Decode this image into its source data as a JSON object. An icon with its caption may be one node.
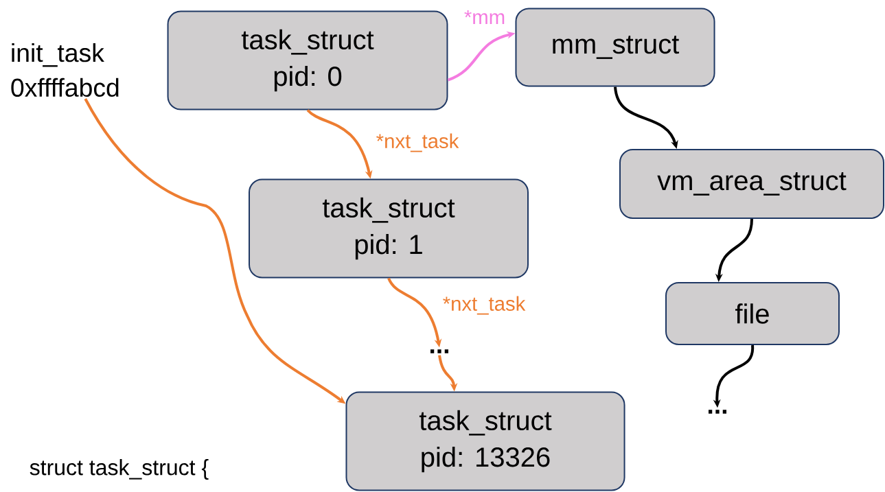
{
  "diagram": {
    "nodes": [
      {
        "text": [
          "init_task",
          "0xffffabcd"
        ]
      },
      {
        "text": [
          "task_struct",
          "pid: 0"
        ]
      },
      {
        "text": [
          "mm_struct"
        ]
      },
      {
        "text": [
          "task_struct",
          "pid: 1"
        ]
      },
      {
        "text": [
          "vm_area_struct"
        ]
      },
      {
        "text": [
          "..."
        ]
      },
      {
        "text": [
          "file"
        ]
      },
      {
        "text": [
          "task_struct",
          "pid: 13326"
        ]
      },
      {
        "text": [
          "..."
        ]
      }
    ],
    "edges": [
      {
        "from": 0,
        "to": 7,
        "arrow": "to"
      },
      {
        "from": 1,
        "to": 2,
        "arrow": "to",
        "label": "*mm",
        "color": "#f47ce0"
      },
      {
        "from": 1,
        "to": 3,
        "arrow": "to",
        "label": "*nxt_task"
      },
      {
        "from": 3,
        "to": 5,
        "arrow": "to",
        "label": "*nxt_task"
      },
      {
        "from": 5,
        "to": 7,
        "arrow": "to"
      },
      {
        "from": 2,
        "to": 4,
        "arrow": "to",
        "color": "#000000"
      },
      {
        "from": 4,
        "to": 6,
        "arrow": "to",
        "color": "#000000"
      },
      {
        "from": 6,
        "to": 8,
        "arrow": "to",
        "color": "#000000"
      }
    ],
    "labels": [
      "struct task_struct {"
    ]
  }
}
